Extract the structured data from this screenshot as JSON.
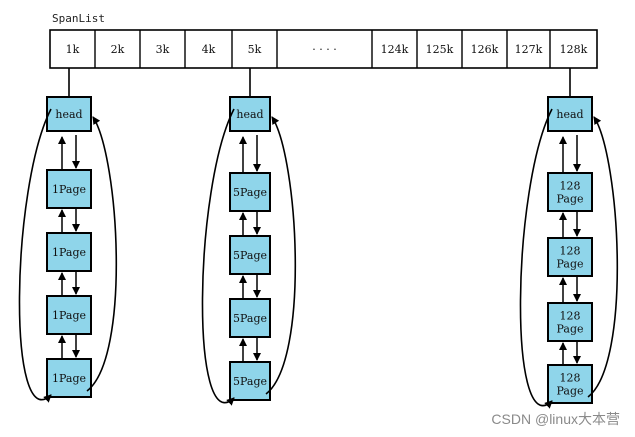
{
  "title": "SpanList",
  "span_cells": [
    "1k",
    "2k",
    "3k",
    "4k",
    "5k",
    "· · · ·",
    "124k",
    "125k",
    "126k",
    "127k",
    "128k"
  ],
  "lists": [
    {
      "head": "head",
      "nodes": [
        "1Page",
        "1Page",
        "1Page",
        "1Page"
      ]
    },
    {
      "head": "head",
      "nodes": [
        "5Page",
        "5Page",
        "5Page",
        "5Page"
      ]
    },
    {
      "head": "head",
      "nodes": [
        "128\nPage",
        "128\nPage",
        "128\nPage",
        "128\nPage"
      ]
    }
  ],
  "watermark": "CSDN @linux大本营",
  "colors": {
    "node_fill": "#8fd5ea",
    "stroke": "#000000",
    "watermark": "#8a8a8a"
  }
}
